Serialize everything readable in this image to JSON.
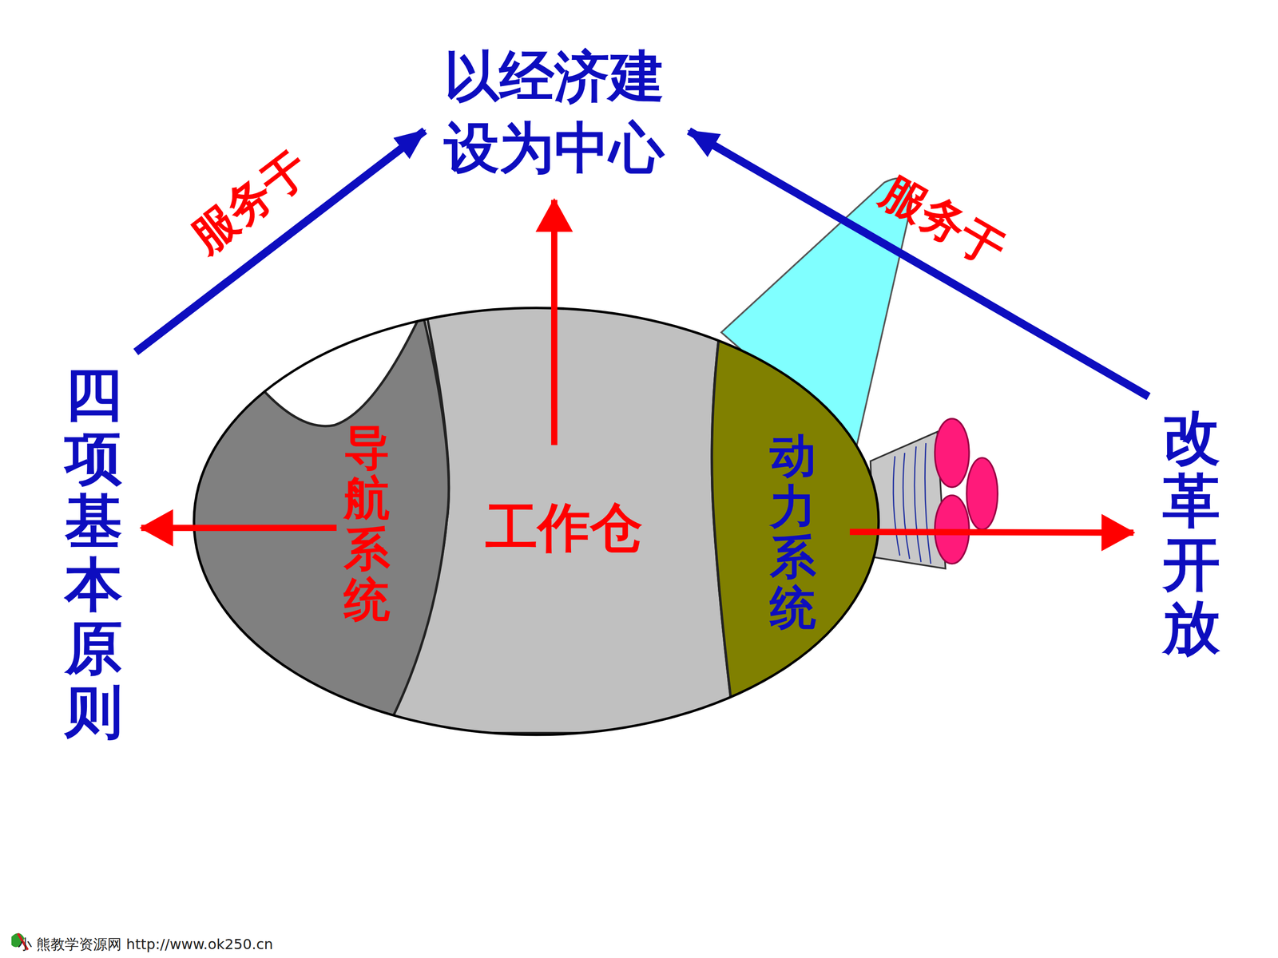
{
  "diagram": {
    "nodes": [
      {
        "text": [
          "以经济建设为中心"
        ]
      },
      {
        "text": [
          "四项基本原则"
        ]
      },
      {
        "text": [
          "导航系统"
        ]
      },
      {
        "text": [
          "工作仓"
        ]
      },
      {
        "text": [
          "动力系统"
        ]
      },
      {
        "text": [
          "改革开放"
        ]
      }
    ],
    "edges": [
      {
        "from": 1,
        "to": 0,
        "label": "服务于",
        "arrow": "to"
      },
      {
        "from": 5,
        "to": 0,
        "label": "服务于",
        "arrow": "to"
      },
      {
        "from": 3,
        "to": 0,
        "arrow": "to"
      },
      {
        "from": 2,
        "to": 1,
        "arrow": "to"
      },
      {
        "from": 4,
        "to": 5,
        "arrow": "to"
      }
    ],
    "labels": [
      "小 熊教学资源网 http://www.ok250.cn"
    ]
  }
}
